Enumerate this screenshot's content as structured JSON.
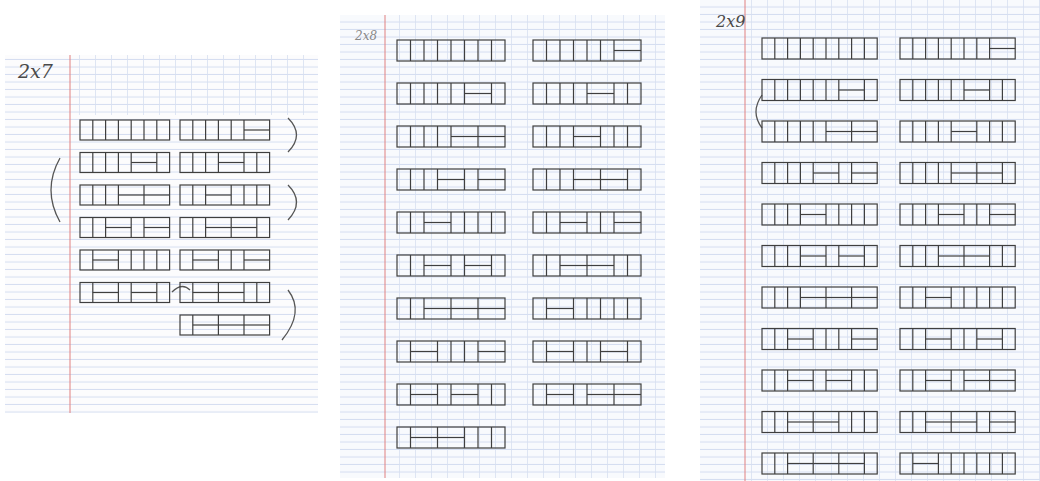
{
  "diagram": {
    "labels": [
      "2x7",
      "2x8",
      "2x9"
    ]
  }
}
